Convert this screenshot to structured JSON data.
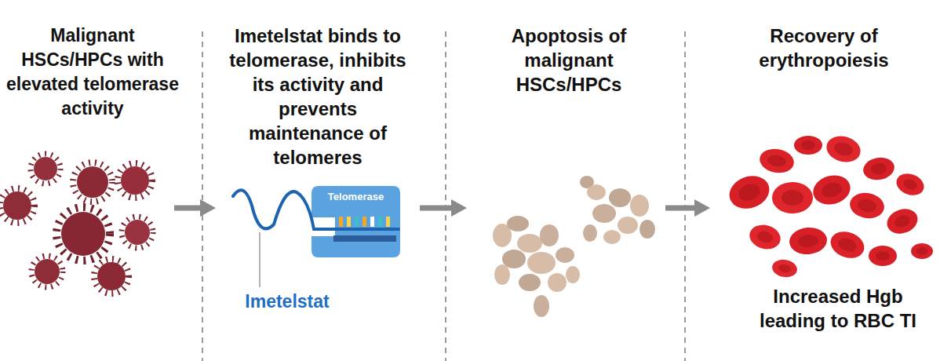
{
  "diagram": {
    "nodes": [
      {
        "text": [
          "Malignant HSCs/HPCs with elevated telomerase activity"
        ]
      },
      {
        "text": [
          "Imetelstat binds to telomerase, inhibits its activity and prevents maintenance of telomeres"
        ]
      },
      {
        "text": [
          "Telomerase"
        ],
        "in": 1
      },
      {
        "text": [
          "Apoptosis of malignant HSCs/HPCs"
        ]
      },
      {
        "text": [
          "Recovery of erythropoiesis",
          "Increased Hgb leading to RBC TI"
        ]
      }
    ],
    "edges": [
      {
        "from": 0,
        "to": 1,
        "arrow": "to"
      },
      {
        "from": 1,
        "to": 3,
        "arrow": "to"
      },
      {
        "from": 3,
        "to": 4,
        "arrow": "to"
      }
    ],
    "labels": [
      "Imetelstat"
    ]
  }
}
